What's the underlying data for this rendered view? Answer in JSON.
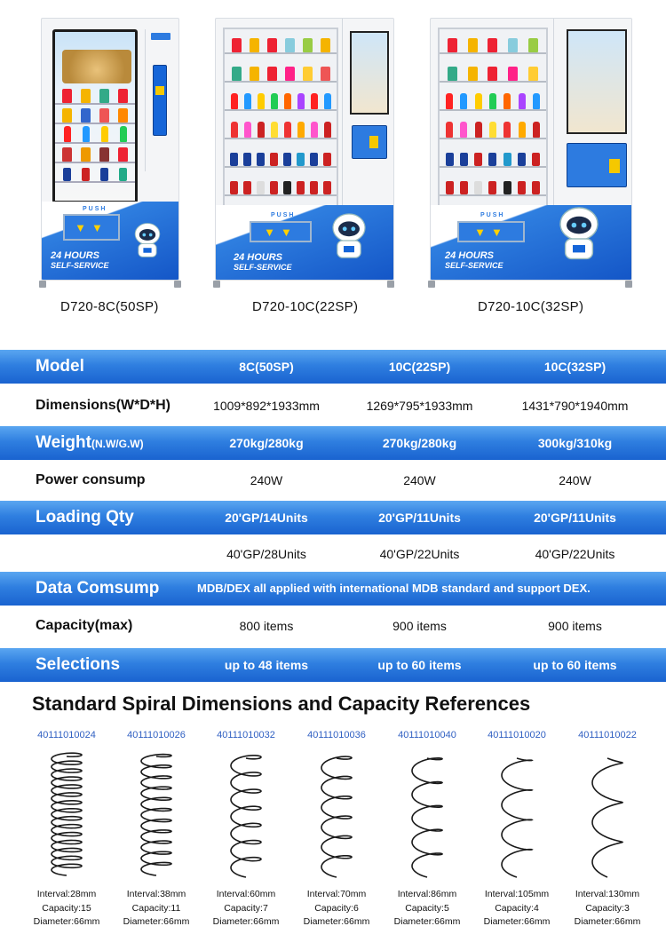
{
  "machines": [
    {
      "caption": "D720-8C(50SP)",
      "push_label": "PUSH",
      "hours_line1": "24 HOURS",
      "hours_line2": "SELF-SERVICE"
    },
    {
      "caption": "D720-10C(22SP)",
      "push_label": "PUSH",
      "hours_line1": "24 HOURS",
      "hours_line2": "SELF-SERVICE"
    },
    {
      "caption": "D720-10C(32SP)",
      "push_label": "PUSH",
      "hours_line1": "24 HOURS",
      "hours_line2": "SELF-SERVICE"
    }
  ],
  "spec_table": {
    "model": {
      "label": "Model",
      "values": [
        "8C(50SP)",
        "10C(22SP)",
        "10C(32SP)"
      ]
    },
    "dimensions": {
      "label": "Dimensions(W*D*H)",
      "values": [
        "1009*892*1933mm",
        "1269*795*1933mm",
        "1431*790*1940mm"
      ]
    },
    "weight": {
      "label": "Weight",
      "label_suffix": "(N.W/G.W)",
      "values": [
        "270kg/280kg",
        "270kg/280kg",
        "300kg/310kg"
      ]
    },
    "power": {
      "label": "Power consump",
      "values": [
        "240W",
        "240W",
        "240W"
      ]
    },
    "loading_20": {
      "label": "Loading Qty",
      "values": [
        "20'GP/14Units",
        "20'GP/11Units",
        "20'GP/11Units"
      ]
    },
    "loading_40": {
      "values": [
        "40'GP/28Units",
        "40'GP/22Units",
        "40'GP/22Units"
      ]
    },
    "data": {
      "label": "Data Comsump",
      "value": "MDB/DEX  all applied with international MDB standard and support DEX."
    },
    "capacity": {
      "label": "Capacity(max)",
      "values": [
        "800 items",
        "900 items",
        "900 items"
      ]
    },
    "selections": {
      "label": "Selections",
      "values": [
        "up to 48 items",
        "up to 60 items",
        "up to 60 items"
      ]
    }
  },
  "spirals": {
    "title": "Standard Spiral Dimensions and Capacity References",
    "items": [
      {
        "code": "40111010024",
        "interval": "Interval:28mm",
        "capacity": "Capacity:15",
        "diameter": "Diameter:66mm",
        "turns": 15
      },
      {
        "code": "40111010026",
        "interval": "Interval:38mm",
        "capacity": "Capacity:11",
        "diameter": "Diameter:66mm",
        "turns": 11
      },
      {
        "code": "40111010032",
        "interval": "Interval:60mm",
        "capacity": "Capacity:7",
        "diameter": "Diameter:66mm",
        "turns": 7
      },
      {
        "code": "40111010036",
        "interval": "Interval:70mm",
        "capacity": "Capacity:6",
        "diameter": "Diameter:66mm",
        "turns": 6
      },
      {
        "code": "40111010040",
        "interval": "Interval:86mm",
        "capacity": "Capacity:5",
        "diameter": "Diameter:66mm",
        "turns": 5
      },
      {
        "code": "40111010020",
        "interval": "Interval:105mm",
        "capacity": "Capacity:4",
        "diameter": "Diameter:66mm",
        "turns": 4
      },
      {
        "code": "40111010022",
        "interval": "Interval:130mm",
        "capacity": "Capacity:3",
        "diameter": "Diameter:66mm",
        "turns": 3
      }
    ]
  },
  "colors": {
    "accent_blue": "#2f7fe0",
    "code_blue": "#2f5fc2",
    "push_yellow": "#ffd100"
  }
}
